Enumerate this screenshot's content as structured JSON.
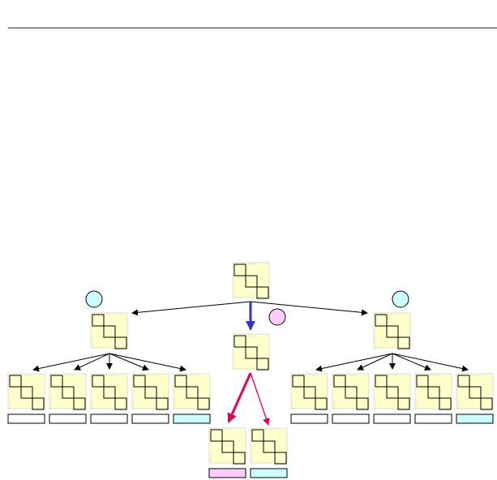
{
  "colors": {
    "page_bg": "#ffffff",
    "rule": "#333333",
    "tile_fill": "#ffffcc",
    "tile_border": "#bbbbbb",
    "grid_line": "#000000",
    "plain_edge": "#000000",
    "blue_edge": "#3333cc",
    "pink_edge": "#e6005c",
    "node_badge_fill": "#ccffff",
    "center_badge_fill": "#ffccff",
    "badge_stroke": "#000000",
    "label_empty": "#ffffff",
    "label_cyan": "#ccffff",
    "label_pink": "#ffccff",
    "label_stroke": "#000000"
  },
  "diagram": {
    "kind": "tree",
    "root": {
      "id": "root",
      "shape": "staircase-grid-icon"
    },
    "nodes": [
      {
        "id": "left-node",
        "parent": "root",
        "badge": "cyan"
      },
      {
        "id": "center-node",
        "parent": "root",
        "badge": "pink",
        "edge": "blue"
      },
      {
        "id": "right-node",
        "parent": "root",
        "badge": "cyan"
      },
      {
        "id": "left-leaf-1",
        "parent": "left-node",
        "label_color": "empty"
      },
      {
        "id": "left-leaf-2",
        "parent": "left-node",
        "label_color": "empty"
      },
      {
        "id": "left-leaf-3",
        "parent": "left-node",
        "label_color": "empty"
      },
      {
        "id": "left-leaf-4",
        "parent": "left-node",
        "label_color": "empty"
      },
      {
        "id": "left-leaf-5",
        "parent": "left-node",
        "label_color": "cyan"
      },
      {
        "id": "right-leaf-1",
        "parent": "right-node",
        "label_color": "empty"
      },
      {
        "id": "right-leaf-2",
        "parent": "right-node",
        "label_color": "empty"
      },
      {
        "id": "right-leaf-3",
        "parent": "right-node",
        "label_color": "empty"
      },
      {
        "id": "right-leaf-4",
        "parent": "right-node",
        "label_color": "empty"
      },
      {
        "id": "right-leaf-5",
        "parent": "right-node",
        "label_color": "cyan"
      },
      {
        "id": "center-leaf-1",
        "parent": "center-node",
        "label_color": "pink",
        "edge": "pink-bold"
      },
      {
        "id": "center-leaf-2",
        "parent": "center-node",
        "label_color": "cyan",
        "edge": "pink-thin"
      }
    ]
  }
}
